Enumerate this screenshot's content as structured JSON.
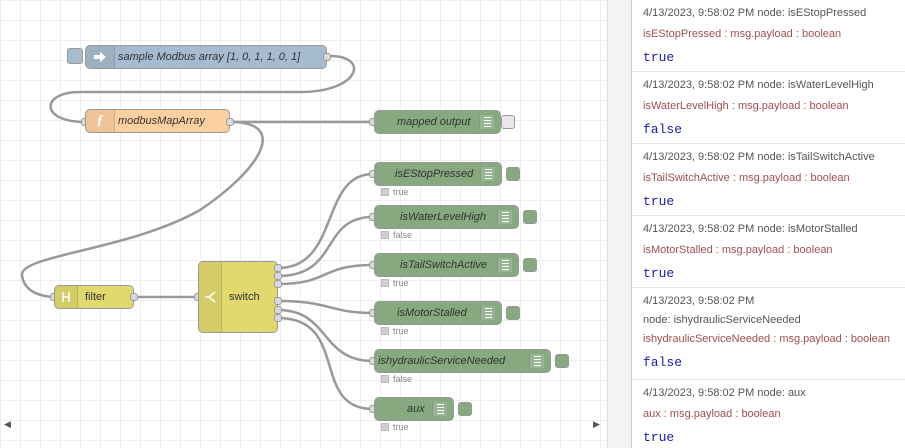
{
  "flow": {
    "inject": {
      "label": "sample Modbus array [1, 0, 1, 1, 0, 1]"
    },
    "function": {
      "label": "modbusMapArray"
    },
    "filter": {
      "label": "filter"
    },
    "switch": {
      "label": "switch"
    },
    "debug_nodes": [
      {
        "label": "mapped output",
        "status": "",
        "active": false
      },
      {
        "label": "isEStopPressed",
        "status": "true",
        "active": true
      },
      {
        "label": "isWaterLevelHigh",
        "status": "false",
        "active": true
      },
      {
        "label": "isTailSwitchActive",
        "status": "true",
        "active": true
      },
      {
        "label": "isMotorStalled",
        "status": "true",
        "active": true
      },
      {
        "label": "ishydraulicServiceNeeded",
        "status": "false",
        "active": true
      },
      {
        "label": "aux",
        "status": "true",
        "active": true
      }
    ]
  },
  "debug_sidebar": {
    "messages": [
      {
        "meta": "4/13/2023, 9:58:02 PM   node: isEStopPressed",
        "topic": "isEStopPressed : msg.payload : boolean",
        "value": "true"
      },
      {
        "meta": "4/13/2023, 9:58:02 PM   node: isWaterLevelHigh",
        "topic": "isWaterLevelHigh : msg.payload : boolean",
        "value": "false"
      },
      {
        "meta": "4/13/2023, 9:58:02 PM   node: isTailSwitchActive",
        "topic": "isTailSwitchActive : msg.payload : boolean",
        "value": "true"
      },
      {
        "meta": "4/13/2023, 9:58:02 PM   node: isMotorStalled",
        "topic": "isMotorStalled : msg.payload : boolean",
        "value": "true"
      },
      {
        "meta": "4/13/2023, 9:58:02 PM",
        "meta2": "node: ishydraulicServiceNeeded",
        "topic": "ishydraulicServiceNeeded : msg.payload : boolean",
        "value": "false"
      },
      {
        "meta": "4/13/2023, 9:58:02 PM   node: aux",
        "topic": "aux : msg.payload : boolean",
        "value": "true"
      }
    ]
  },
  "colors": {
    "inject": "#a6bbcf",
    "function": "#fdd0a2",
    "filter_switch": "#e2d96e",
    "debug": "#87a980",
    "topic_text": "#a0504f",
    "value_text": "#1a1aa6"
  }
}
